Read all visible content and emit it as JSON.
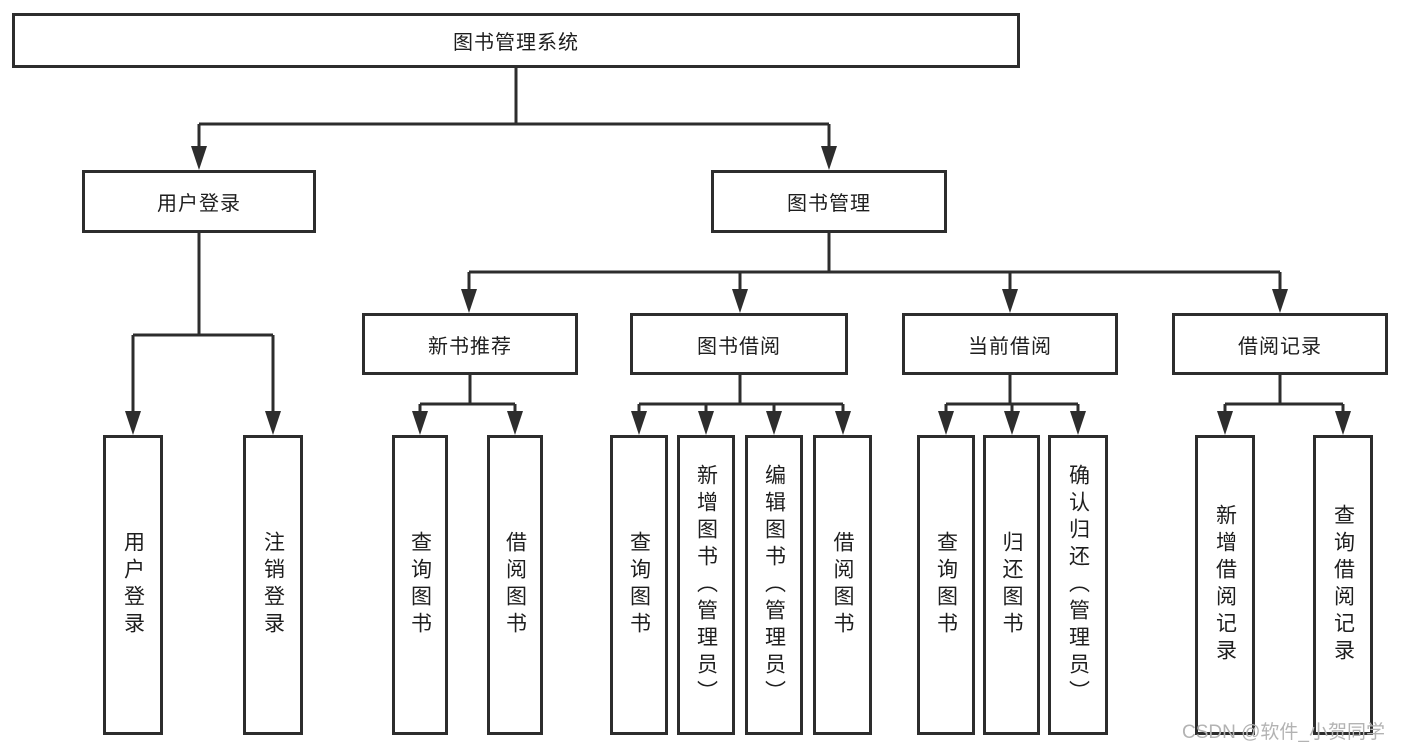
{
  "diagram_title": "图书管理系统",
  "watermark": "CSDN @软件_小贺同学",
  "colors": {
    "line": "#2d2d2d",
    "text": "#1e1e1e",
    "watermark": "#b3b3b3",
    "background": "#ffffff"
  },
  "nodes": {
    "root": "图书管理系统",
    "user_login": "用户登录",
    "book_mgmt": "图书管理",
    "new_book_rec": "新书推荐",
    "book_borrow": "图书借阅",
    "current_borrow": "当前借阅",
    "borrow_record": "借阅记录",
    "leaf_user_login": "用户登录",
    "leaf_logout": "注销登录",
    "leaf_query_book_1": "查询图书",
    "leaf_borrow_book_1": "借阅图书",
    "leaf_query_book_2": "查询图书",
    "leaf_add_book": "新增图书（管理员）",
    "leaf_edit_book": "编辑图书（管理员）",
    "leaf_borrow_book_2": "借阅图书",
    "leaf_query_book_3": "查询图书",
    "leaf_return_book": "归还图书",
    "leaf_confirm_return": "确认归还（管理员）",
    "leaf_add_borrow_record": "新增借阅记录",
    "leaf_query_borrow_record": "查询借阅记录"
  },
  "hierarchy": {
    "图书管理系统": {
      "用户登录": [
        "用户登录",
        "注销登录"
      ],
      "图书管理": {
        "新书推荐": [
          "查询图书",
          "借阅图书"
        ],
        "图书借阅": [
          "查询图书",
          "新增图书（管理员）",
          "编辑图书（管理员）",
          "借阅图书"
        ],
        "当前借阅": [
          "查询图书",
          "归还图书",
          "确认归还（管理员）"
        ],
        "借阅记录": [
          "新增借阅记录",
          "查询借阅记录"
        ]
      }
    }
  }
}
